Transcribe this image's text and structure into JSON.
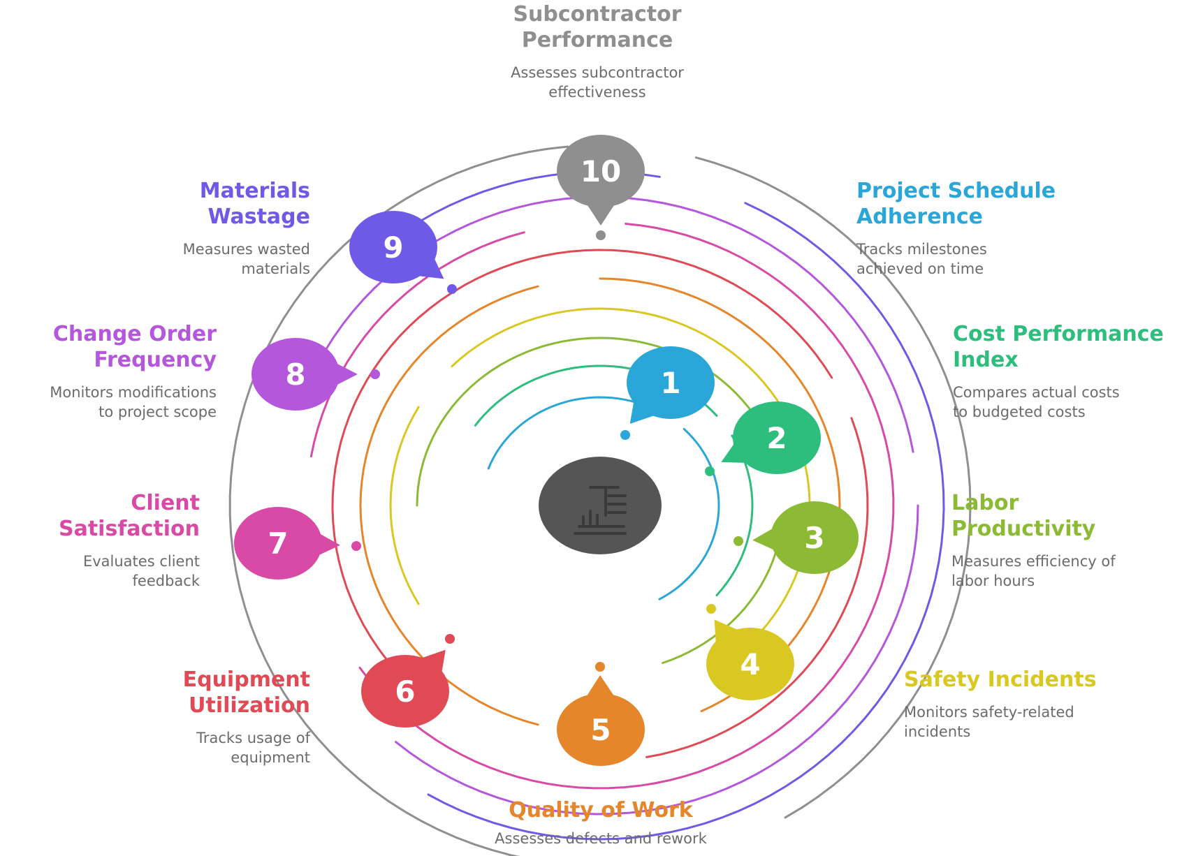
{
  "center": {
    "icon": "chart-report-icon",
    "color": "#555555"
  },
  "items": [
    {
      "number": "1",
      "title": "Project Schedule\nAdherence",
      "description": "Tracks milestones\nachieved on time",
      "color": "#2aa6d8"
    },
    {
      "number": "2",
      "title": "Cost Performance\nIndex",
      "description": "Compares actual costs\nto budgeted costs",
      "color": "#2dbd7c"
    },
    {
      "number": "3",
      "title": "Labor\nProductivity",
      "description": "Measures efficiency of\nlabor hours",
      "color": "#8cba34"
    },
    {
      "number": "4",
      "title": "Safety Incidents",
      "description": "Monitors safety-related\nincidents",
      "color": "#d9c821"
    },
    {
      "number": "5",
      "title": "Quality of Work",
      "description": "Assesses defects and rework",
      "color": "#e5862a"
    },
    {
      "number": "6",
      "title": "Equipment\nUtilization",
      "description": "Tracks usage of\nequipment",
      "color": "#e04a55"
    },
    {
      "number": "7",
      "title": "Client\nSatisfaction",
      "description": "Evaluates client\nfeedback",
      "color": "#d84aa6"
    },
    {
      "number": "8",
      "title": "Change Order\nFrequency",
      "description": "Monitors modifications\nto project scope",
      "color": "#b457dc"
    },
    {
      "number": "9",
      "title": "Materials\nWastage",
      "description": "Measures wasted\nmaterials",
      "color": "#6e5ae6"
    },
    {
      "number": "10",
      "title": "Subcontractor\nPerformance",
      "description": "Assesses subcontractor\neffectiveness",
      "color": "#8f8f8f"
    }
  ]
}
